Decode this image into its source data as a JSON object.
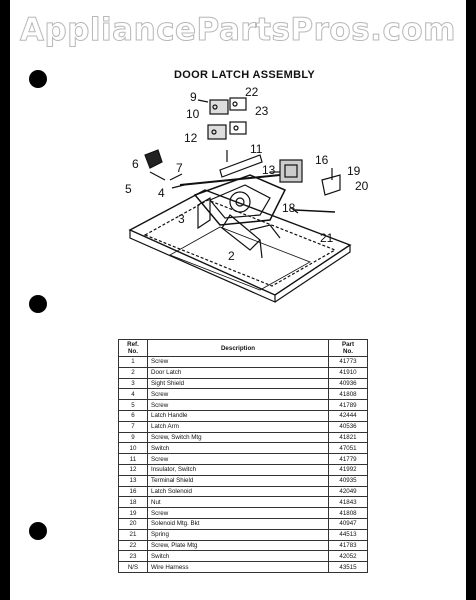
{
  "watermark": "AppliancePartsPros.com",
  "title": "DOOR LATCH ASSEMBLY",
  "callouts": [
    "9",
    "22",
    "10",
    "23",
    "12",
    "11",
    "6",
    "7",
    "13",
    "16",
    "19",
    "5",
    "4",
    "20",
    "3",
    "18",
    "21",
    "2"
  ],
  "table": {
    "headers": {
      "ref": "Ref.\nNo.",
      "desc": "Description",
      "part": "Part\nNo."
    },
    "rows": [
      {
        "ref": "1",
        "desc": "Screw",
        "part": "41773"
      },
      {
        "ref": "2",
        "desc": "Door Latch",
        "part": "41910"
      },
      {
        "ref": "3",
        "desc": "Sight Shield",
        "part": "40936"
      },
      {
        "ref": "4",
        "desc": "Screw",
        "part": "41808"
      },
      {
        "ref": "5",
        "desc": "Screw",
        "part": "41789"
      },
      {
        "ref": "6",
        "desc": "Latch Handle",
        "part": "42444"
      },
      {
        "ref": "7",
        "desc": "Latch Arm",
        "part": "40536"
      },
      {
        "ref": "9",
        "desc": "Screw, Switch Mtg",
        "part": "41821"
      },
      {
        "ref": "10",
        "desc": "Switch",
        "part": "47051"
      },
      {
        "ref": "11",
        "desc": "Screw",
        "part": "41779"
      },
      {
        "ref": "12",
        "desc": "Insulator, Switch",
        "part": "41992"
      },
      {
        "ref": "13",
        "desc": "Terminal Shield",
        "part": "40935"
      },
      {
        "ref": "16",
        "desc": "Latch Solenoid",
        "part": "42049"
      },
      {
        "ref": "18",
        "desc": "Nut",
        "part": "41843"
      },
      {
        "ref": "19",
        "desc": "Screw",
        "part": "41808"
      },
      {
        "ref": "20",
        "desc": "Solenoid Mtg. Bkt",
        "part": "40947"
      },
      {
        "ref": "21",
        "desc": "Spring",
        "part": "44513"
      },
      {
        "ref": "22",
        "desc": "Screw, Plate Mtg",
        "part": "41783"
      },
      {
        "ref": "23",
        "desc": "Switch",
        "part": "42052"
      },
      {
        "ref": "N/S",
        "desc": "Wire Harness",
        "part": "43515"
      }
    ]
  }
}
